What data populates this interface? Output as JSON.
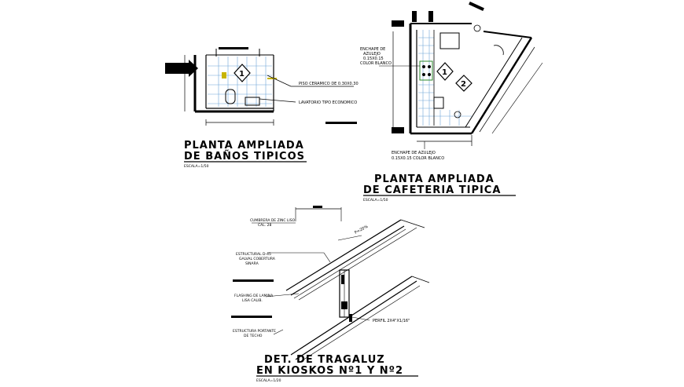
{
  "banos": {
    "title_line1": "PLANTA AMPLIADA",
    "title_line2": "DE BAÑOS TIPICOS",
    "scale": "ESCALA=1/50",
    "note_piso": "PISO CERAMICO DE 0.30X0.30",
    "note_lavatorio": "LAVATORIO TIPO ECONOMICO",
    "marker": "1"
  },
  "cafeteria": {
    "title_line1": "PLANTA AMPLIADA",
    "title_line2": "DE CAFETERIA TIPICA",
    "scale": "ESCALA=1/50",
    "note_enchape_top": [
      "ENCHAPE DE",
      "AZULEJO",
      "0.15X0.15",
      "COLOR BLANCO"
    ],
    "note_enchape_bottom": [
      "ENCHAPE DE AZULEJO",
      "0.15X0.15 COLOR BLANCO"
    ],
    "marker1": "1",
    "marker2": "2"
  },
  "tragaluz": {
    "title_line1": "DET. DE TRAGALUZ",
    "title_line2": "EN KIOSKOS Nº1 Y Nº2",
    "scale": "ESCALA=1/20",
    "note_cumbrera": [
      "CUMBRERA DE ZINC LISO",
      "CAL. 28"
    ],
    "note_estructura": [
      "ESTRUCTURAL D-45",
      "GALVAL COBERTURA",
      "SINARA"
    ],
    "note_flashing": [
      "FLASHING DE LAMINA",
      "LISA CALIB."
    ],
    "note_perfil": "PERFIL 2X4\"X1/16\"",
    "note_estructura_portante": [
      "ESTRUCTURA PORTANTE",
      "DE TECHO"
    ],
    "note_slope": "P=20%"
  }
}
